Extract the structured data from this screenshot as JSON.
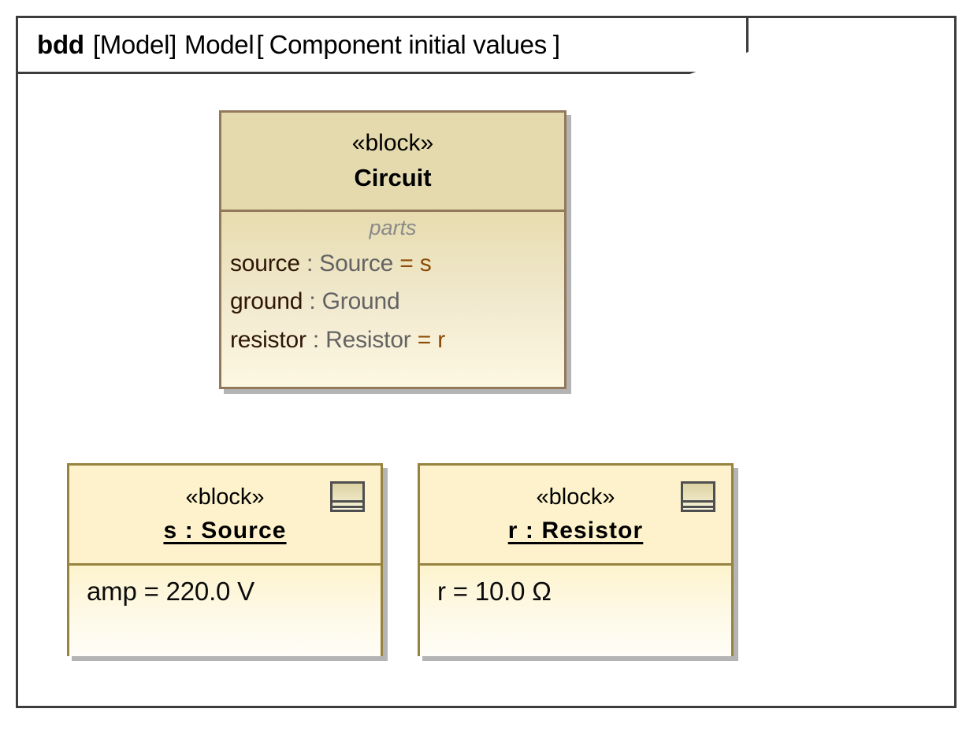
{
  "diagram": {
    "header": {
      "kind": "bdd",
      "scope": "[Model]",
      "model_name": "Model",
      "bracket_open": "[",
      "label": "Component initial values",
      "bracket_close": "]"
    },
    "colors": {
      "frame_border": "#3c3c3c",
      "canvas_background": "#ffffff",
      "definition_border": "#93795b",
      "definition_header_fill": "#e5daae",
      "definition_body_fill": "#ece0b4",
      "instance_border": "#96833f",
      "instance_fill": "#fdf3ce",
      "shadow": "#b4b4b4",
      "part_name_text": "#2e1606",
      "part_type_text": "#636363",
      "part_value_text": "#8c4a05",
      "compartment_label_text": "#8a8a8a"
    },
    "definition_block": {
      "stereotype": "«block»",
      "name": "Circuit",
      "compartment_label": "parts",
      "parts": [
        {
          "name": "source",
          "separator": ":",
          "type": "Source",
          "equals": "=",
          "value": "s"
        },
        {
          "name": "ground",
          "separator": ":",
          "type": "Ground",
          "equals": "",
          "value": ""
        },
        {
          "name": "resistor",
          "separator": ":",
          "type": "Resistor",
          "equals": "=",
          "value": "r"
        }
      ]
    },
    "instances": [
      {
        "stereotype": "«block»",
        "name": "s : Source",
        "icon": "block-instance-icon",
        "value": "amp = 220.0 V"
      },
      {
        "stereotype": "«block»",
        "name": "r : Resistor",
        "icon": "block-instance-icon",
        "value": "r = 10.0 Ω"
      }
    ]
  }
}
